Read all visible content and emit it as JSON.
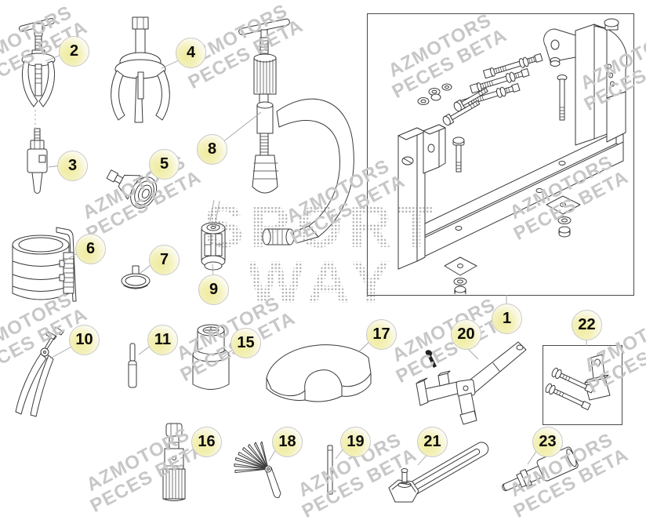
{
  "watermark": {
    "line1": "AZMOTORS",
    "line2": "PECES BETA",
    "big_line1": "SPORT",
    "big_line2": "WAY",
    "color": "#c7c7c7"
  },
  "callouts": {
    "c1": "1",
    "c2": "2",
    "c3": "3",
    "c4": "4",
    "c5": "5",
    "c6": "6",
    "c7": "7",
    "c8": "8",
    "c9": "9",
    "c10": "10",
    "c11": "11",
    "c15": "15",
    "c16": "16",
    "c17": "17",
    "c18": "18",
    "c19": "19",
    "c20": "20",
    "c21": "21",
    "c22": "22",
    "c23": "23"
  },
  "colors": {
    "callout_highlight": "#f2efae",
    "line_art": "#3a3a3a",
    "leader": "#a5a5a5"
  }
}
